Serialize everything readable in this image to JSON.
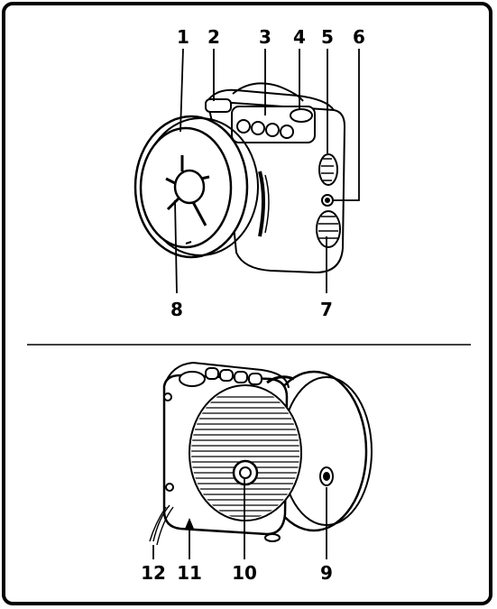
{
  "colors": {
    "ink": "#000000",
    "paper": "#ffffff"
  },
  "top_view": {
    "callouts": [
      "1",
      "2",
      "3",
      "4",
      "5",
      "6",
      "7",
      "8"
    ]
  },
  "bottom_view": {
    "callouts": [
      "9",
      "10",
      "11",
      "12"
    ]
  }
}
